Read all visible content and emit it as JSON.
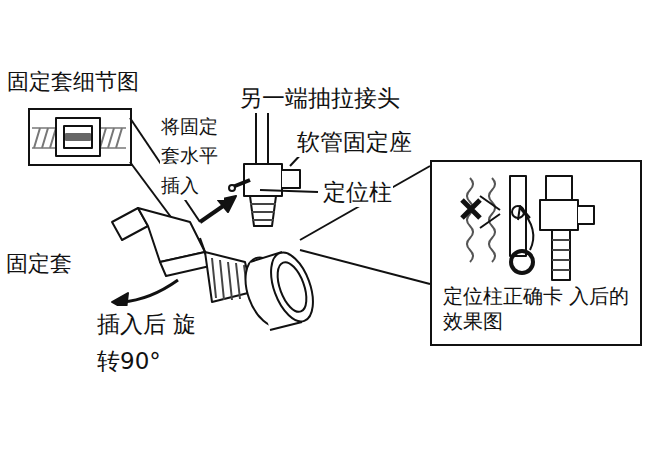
{
  "diagram": {
    "nodes": [
      {
        "text": [
          "固定套细节图"
        ]
      },
      {
        "text": [
          "定位柱正确卡 入后的效果图"
        ]
      }
    ],
    "labels": [
      "另一端抽拉接头",
      "将固定 套水平 插入",
      "软管固定座",
      "定位柱",
      "固定套",
      "插入后 旋转90°"
    ]
  }
}
